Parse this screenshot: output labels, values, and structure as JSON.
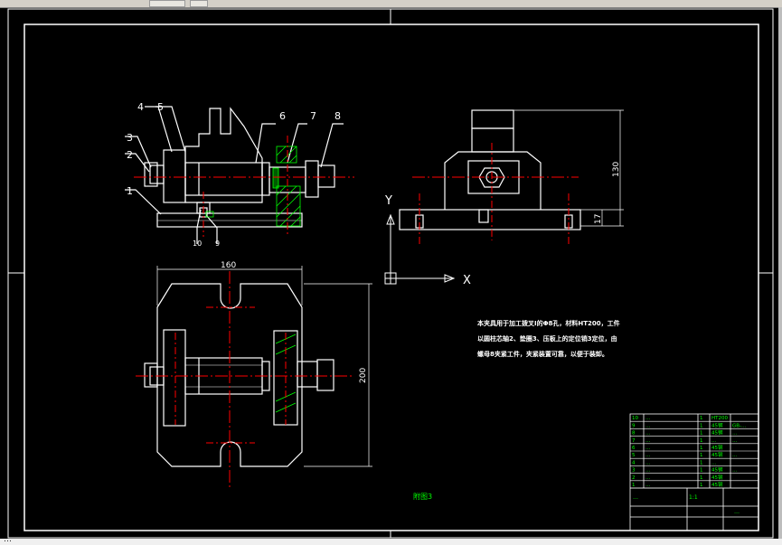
{
  "window": {
    "tab_label": "…"
  },
  "drawing": {
    "balloons": [
      "4",
      "5",
      "6",
      "7",
      "8",
      "3",
      "2",
      "1",
      "10",
      "9"
    ],
    "dimensions": {
      "height_side": "130",
      "base_side": "17",
      "width_plan": "160",
      "height_plan": "200"
    },
    "axis": {
      "y": "Y",
      "x": "X"
    },
    "note": "本夹具用于加工拨叉Ⅰ的Φ8孔，材料HT200，工件以圆柱芯轴2、垫圈3、压板上的定位销3定位，由螺母8夹紧工件，夹紧装置可靠，以便于装卸。",
    "figure_label": "附图3",
    "status_text": "…"
  },
  "title_block": {
    "rows": [
      [
        "10",
        "…",
        "1",
        "HT200",
        ""
      ],
      [
        "9",
        "…",
        "1",
        "45钢",
        "GB-…"
      ],
      [
        "8",
        "…",
        "1",
        "45钢",
        "…"
      ],
      [
        "7",
        "…",
        "1",
        "…",
        "…"
      ],
      [
        "6",
        "…",
        "1",
        "45钢",
        ""
      ],
      [
        "5",
        "…",
        "1",
        "45钢",
        "…"
      ],
      [
        "4",
        "…",
        "1",
        "…",
        ""
      ],
      [
        "3",
        "…",
        "1",
        "45钢",
        "…"
      ],
      [
        "2",
        "…",
        "1",
        "45钢",
        ""
      ],
      [
        "1",
        "…",
        "1",
        "45钢",
        ""
      ]
    ],
    "title": "…",
    "scale": "1:1",
    "company": "…"
  },
  "colors": {
    "outline": "#ffffff",
    "center": "#ff0000",
    "cut": "#00ff00",
    "hatch": "#00ff00",
    "title": "#00ff00"
  }
}
